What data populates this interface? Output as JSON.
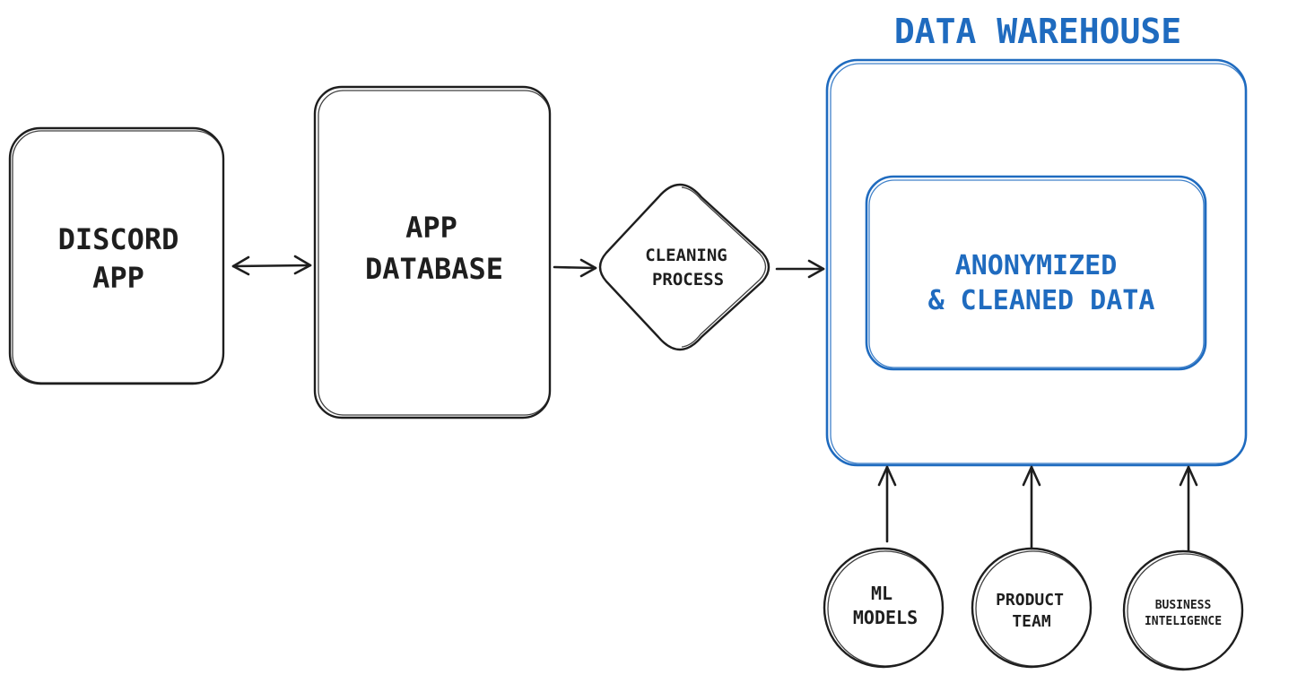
{
  "warehouse": {
    "title": "DATA WAREHOUSE",
    "inner_label_line1": "ANONYMIZED",
    "inner_label_line2": "& CLEANED DATA"
  },
  "nodes": {
    "discord_app": {
      "line1": "DISCORD",
      "line2": "APP"
    },
    "app_database": {
      "line1": "APP",
      "line2": "DATABASE"
    },
    "cleaning_process": {
      "line1": "CLEANING",
      "line2": "PROCESS"
    },
    "ml_models": {
      "line1": "ML",
      "line2": "MODELS"
    },
    "product_team": {
      "line1": "PRODUCT",
      "line2": "TEAM"
    },
    "business_intelligence": {
      "line1": "BUSINESS",
      "line2": "INTELIGENCE"
    }
  },
  "colors": {
    "ink": "#1e1e1e",
    "accent_blue": "#1f6bbf",
    "background": "#ffffff"
  }
}
